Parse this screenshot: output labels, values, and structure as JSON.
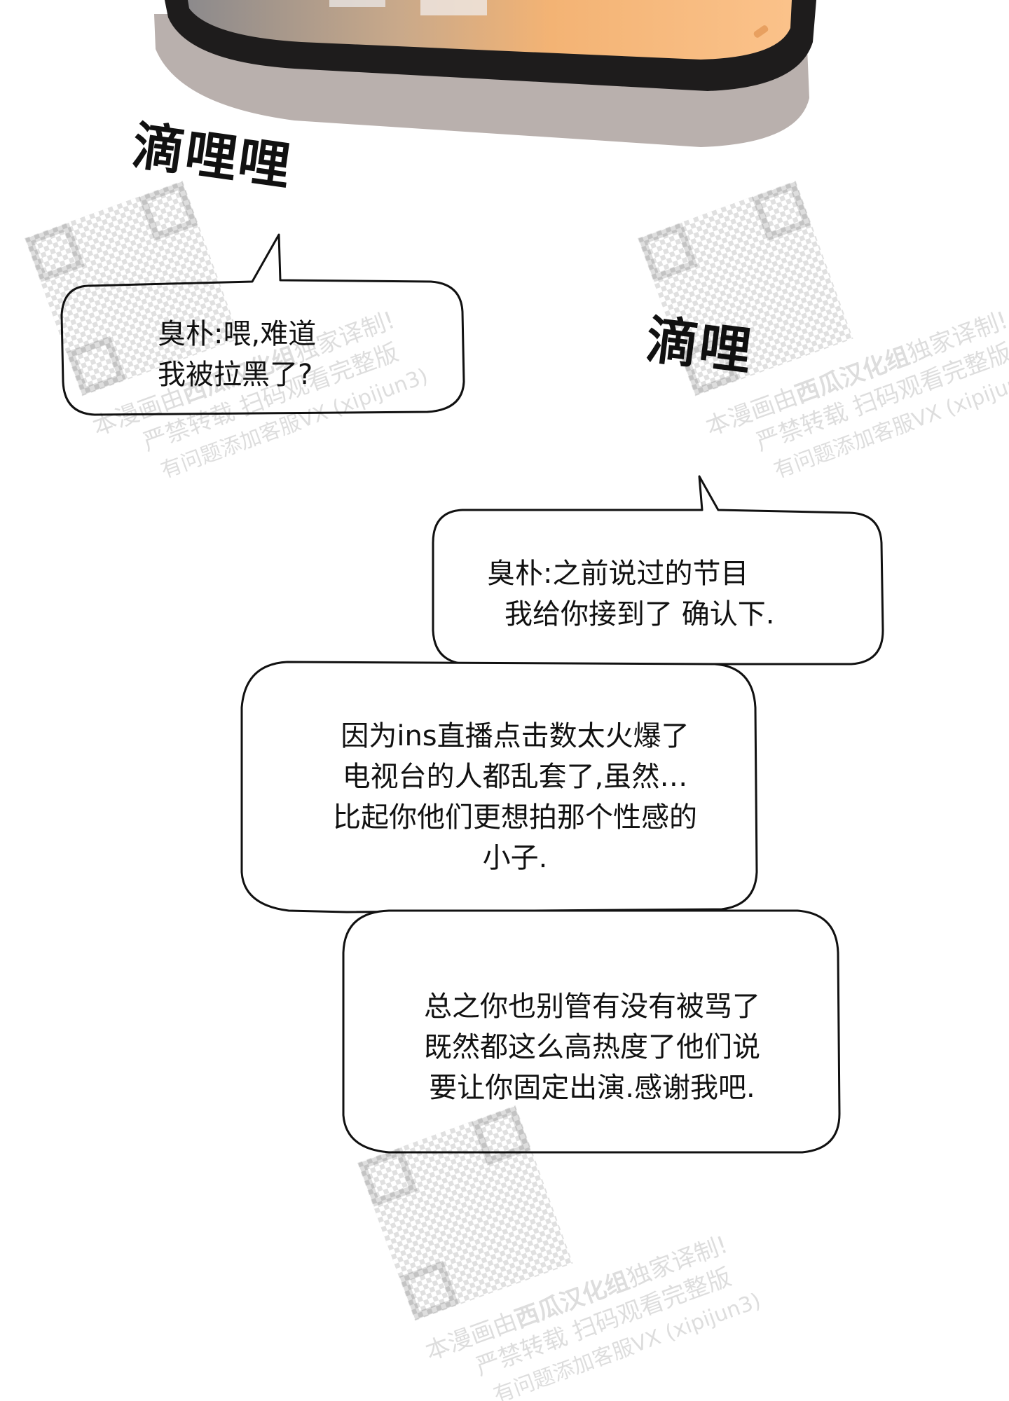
{
  "sound_effects": {
    "first": "滴哩哩",
    "second": "滴哩"
  },
  "messages": [
    {
      "lines": [
        "臭朴:喂,难道",
        "我被拉黑了?"
      ]
    },
    {
      "lines": [
        "臭朴:之前说过的节目",
        "我给你接到了 确认下."
      ]
    },
    {
      "lines": [
        "因为ins直播点击数太火爆了",
        "电视台的人都乱套了,虽然…",
        "比起你他们更想拍那个性感的",
        "小子."
      ]
    },
    {
      "lines": [
        "总之你也别管有没有被骂了",
        "既然都这么高热度了他们说",
        "要让你固定出演.感谢我吧."
      ]
    }
  ],
  "watermark": {
    "line1": "本漫画由",
    "brand": "西瓜汉化组",
    "line1_end": "独家译制!",
    "line2": "严禁转载 扫码观看完整版",
    "line3": "有问题添加客服VX (xipijun3)"
  },
  "colors": {
    "phone_body": "#1e1c1c",
    "phone_screen_warm": "#f7b877",
    "phone_shadow": "#b9b0ad",
    "ink": "#111111"
  }
}
